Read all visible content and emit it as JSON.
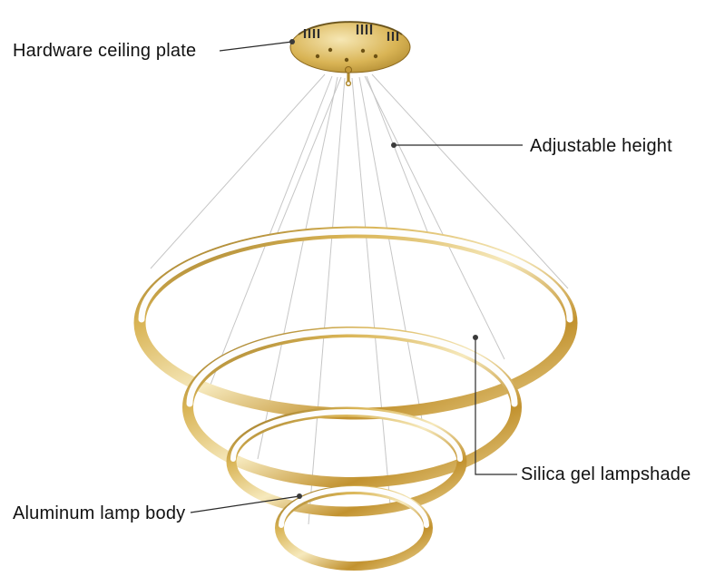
{
  "page": {
    "background": "#ffffff",
    "description": "Annotated product diagram of a four-ring gold LED pendant chandelier"
  },
  "annotations": {
    "ceiling_plate": "Hardware ceiling plate",
    "adjustable_height": "Adjustable height",
    "lampshade": "Silica gel lampshade",
    "lamp_body": "Aluminum lamp body"
  },
  "colors": {
    "gold_dark": "#8a671c",
    "gold_mid": "#d9b455",
    "gold_light": "#f6e9bd",
    "diffuser_white": "#fdfdfd",
    "wire_gray": "#c6c6c6",
    "leader_line": "#2a2a2a",
    "text": "#111111"
  }
}
